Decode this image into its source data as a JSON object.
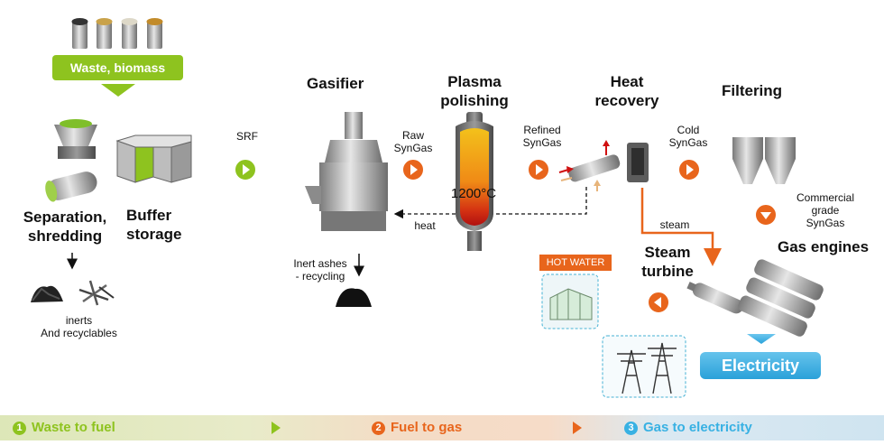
{
  "colors": {
    "green": "#8ec31f",
    "orange": "#e8651c",
    "blue": "#38b1e3",
    "red": "#c0140f",
    "gray": "#9a9a9a"
  },
  "waste_biomass": "Waste, biomass",
  "separation": {
    "line1": "Separation,",
    "line2": "shredding"
  },
  "buffer": {
    "line1": "Buffer",
    "line2": "storage"
  },
  "inerts": {
    "line1": "inerts",
    "line2": "And recyclables"
  },
  "srf": "SRF",
  "gasifier": "Gasifier",
  "raw_syngas": {
    "line1": "Raw",
    "line2": "SynGas"
  },
  "plasma": {
    "line1": "Plasma",
    "line2": "polishing"
  },
  "temperature": "1200°C",
  "heat": "heat",
  "inert_ashes": {
    "line1": "Inert ashes",
    "line2": "- recycling"
  },
  "refined_syngas": {
    "line1": "Refined",
    "line2": "SynGas"
  },
  "heat_recovery": {
    "line1": "Heat",
    "line2": "recovery"
  },
  "cold_syngas": {
    "line1": "Cold",
    "line2": "SynGas"
  },
  "filtering": "Filtering",
  "commercial": {
    "line1": "Commercial",
    "line2": "grade",
    "line3": "SynGas"
  },
  "gas_engines": "Gas engines",
  "steam": "steam",
  "steam_turbine": {
    "line1": "Steam",
    "line2": "turbine"
  },
  "hot_water": "HOT WATER",
  "electricity": "Electricity",
  "stages": [
    {
      "num": "1",
      "label": "Waste to fuel"
    },
    {
      "num": "2",
      "label": "Fuel to gas"
    },
    {
      "num": "3",
      "label": "Gas to electricity"
    }
  ]
}
